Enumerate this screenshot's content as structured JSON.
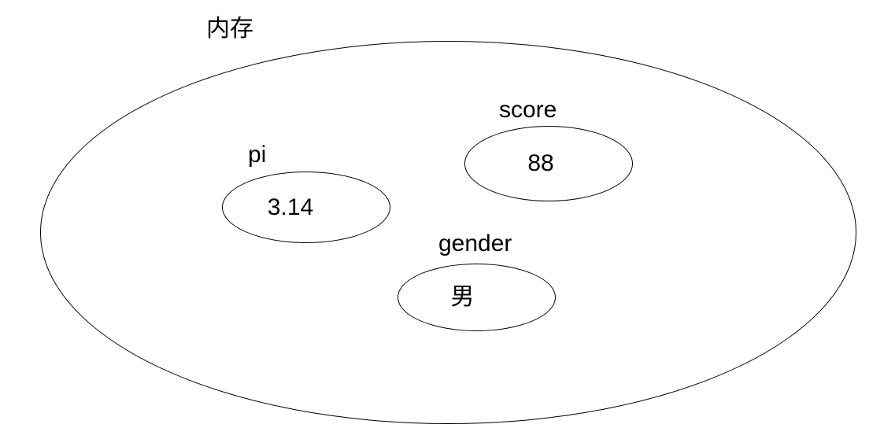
{
  "diagram": {
    "title": "内存",
    "variables": [
      {
        "name": "pi",
        "value": "3.14"
      },
      {
        "name": "score",
        "value": "88"
      },
      {
        "name": "gender",
        "value": "男"
      }
    ]
  }
}
